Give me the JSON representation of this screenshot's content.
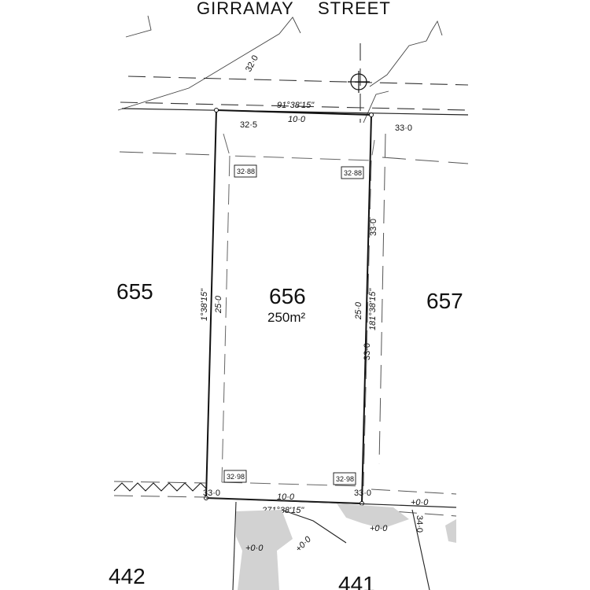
{
  "street": {
    "name_part1": "GIRRAMAY",
    "name_part2": "STREET"
  },
  "lots": {
    "main_number": "656",
    "main_area": "250m²",
    "left_number": "655",
    "right_number": "657",
    "bottom_left_number": "442",
    "bottom_right_number": "441"
  },
  "bearings": {
    "north": "91°38'15\"",
    "south": "271°38'15\"",
    "west": "1°38'15\"",
    "east": "181°38'15\""
  },
  "dimensions": {
    "north_length": "10·0",
    "south_length": "10·0",
    "west_length": "25·0",
    "east_length": "25·0"
  },
  "contours": {
    "c320": "32·0",
    "c325": "32·5",
    "c330_top": "33·0",
    "c330_right": "33·0",
    "c330_mid": "33·0",
    "c330_bl": "33·0",
    "c330_br": "33·0",
    "c340": "34·0"
  },
  "reduced_levels": {
    "top_left": "32·88",
    "top_right": "32·88",
    "bottom_left": "32·98",
    "bottom_right": "32·98"
  },
  "spot_levels": {
    "s1": "+0·0",
    "s2": "+0·0",
    "s3": "+0·0",
    "s4": "+0·0"
  }
}
